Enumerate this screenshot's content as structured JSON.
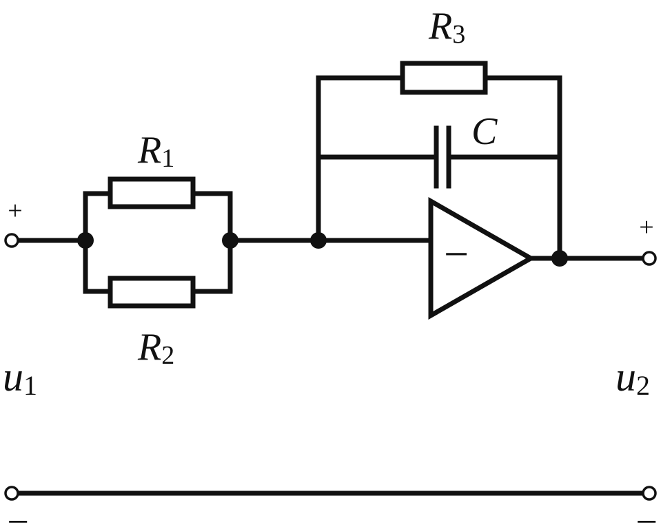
{
  "components": {
    "r1": {
      "symbol": "R",
      "index": "1"
    },
    "r2": {
      "symbol": "R",
      "index": "2"
    },
    "r3": {
      "symbol": "R",
      "index": "3"
    },
    "c": {
      "symbol": "C"
    }
  },
  "opamp": {
    "input_sign": "−"
  },
  "input": {
    "symbol": "u",
    "index": "1",
    "plus": "+",
    "minus": "−"
  },
  "output": {
    "symbol": "u",
    "index": "2",
    "plus": "+",
    "minus": "−"
  }
}
